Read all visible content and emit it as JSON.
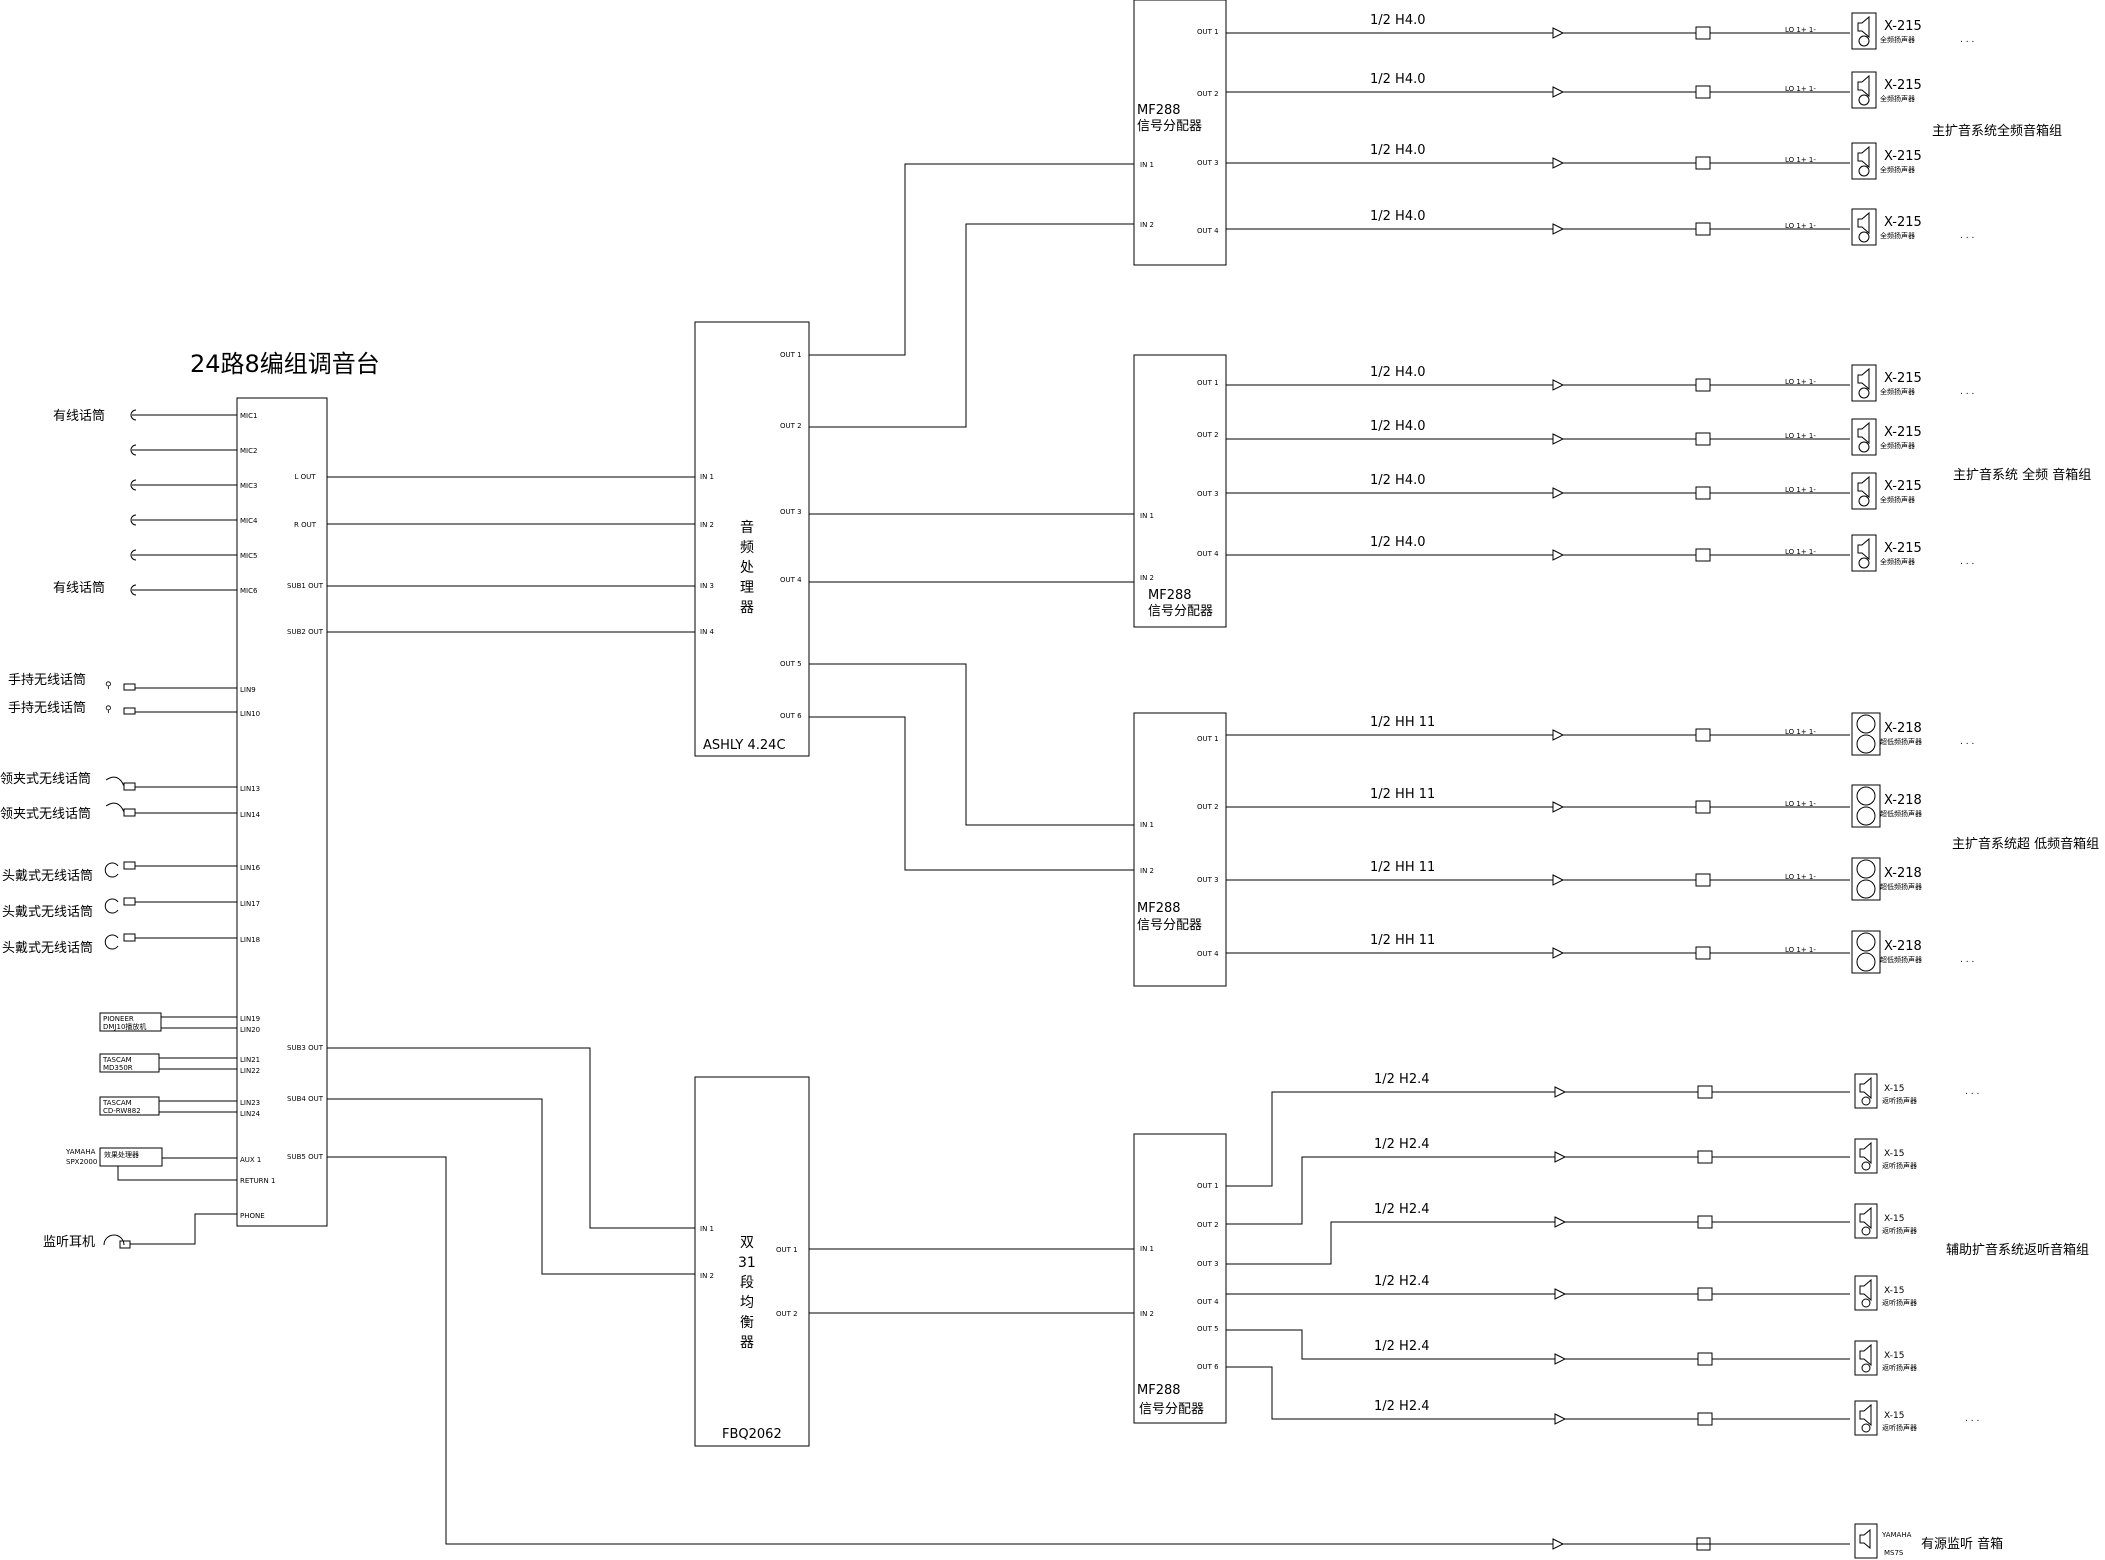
{
  "mixer": {
    "title": "24路8编组调音台",
    "right_ports": [
      "L OUT",
      "R OUT",
      "SUB1 OUT",
      "SUB2 OUT",
      "SUB3 OUT",
      "SUB4 OUT",
      "SUB5 OUT"
    ],
    "mic_ports": [
      "MIC1",
      "MIC2",
      "MIC3",
      "MIC4",
      "MIC5",
      "MIC6"
    ],
    "line_ports": [
      "LIN9",
      "LIN10",
      "LIN13",
      "LIN14",
      "LIN16",
      "LIN17",
      "LIN18",
      "LIN19",
      "LIN20",
      "LIN21",
      "LIN22",
      "LIN23",
      "LIN24",
      "AUX 1",
      "RETURN 1",
      "PHONE"
    ]
  },
  "sources": {
    "wired_mic_1": "有线话筒",
    "wired_mic_2": "有线话筒",
    "handheld_1": "手持无线话筒",
    "handheld_2": "手持无线话筒",
    "lapel_1": "领夹式无线话筒",
    "lapel_2": "领夹式无线话筒",
    "headset_1": "头戴式无线话筒",
    "headset_2": "头戴式无线话筒",
    "headset_3": "头戴式无线话筒",
    "dj_l1": "PIONEER",
    "dj_l2": "DMJ10播放机",
    "tascam1_l1": "TASCAM",
    "tascam1_l2": "MD350R",
    "tascam2_l1": "TASCAM",
    "tascam2_l2": "CD-RW882",
    "yamaha_l1": "YAMAHA",
    "yamaha_l2": "SPX2000",
    "yamaha_box": "效果处理器",
    "headphone": "监听耳机"
  },
  "processor": {
    "name": "ASHLY 4.24C",
    "label": [
      "音",
      "频",
      "处",
      "理",
      "器"
    ],
    "inputs": [
      "IN 1",
      "IN 2",
      "IN 3",
      "IN 4"
    ],
    "outputs": [
      "OUT 1",
      "OUT 2",
      "OUT 3",
      "OUT 4",
      "OUT 5",
      "OUT 6"
    ]
  },
  "equalizer": {
    "name": "FBQ2062",
    "label": [
      "双",
      "31",
      "段",
      "均",
      "衡",
      "器"
    ],
    "inputs": [
      "IN 1",
      "IN 2"
    ],
    "outputs": [
      "OUT 1",
      "OUT 2"
    ]
  },
  "distributors": [
    {
      "model": "MF288",
      "name": "信号分配器",
      "inputs": [
        "IN 1",
        "IN 2"
      ],
      "outputs": [
        "OUT 1",
        "OUT 2",
        "OUT 3",
        "OUT 4"
      ]
    },
    {
      "model": "MF288",
      "name": "信号分配器",
      "inputs": [
        "IN 1",
        "IN 2"
      ],
      "outputs": [
        "OUT 1",
        "OUT 2",
        "OUT 3",
        "OUT 4"
      ]
    },
    {
      "model": "MF288",
      "name": "信号分配器",
      "inputs": [
        "IN 1",
        "IN 2"
      ],
      "outputs": [
        "OUT 1",
        "OUT 2",
        "OUT 3",
        "OUT 4"
      ]
    },
    {
      "model": "MF288",
      "name": "信号分配器",
      "inputs": [
        "IN 1",
        "IN 2"
      ],
      "outputs": [
        "OUT 1",
        "OUT 2",
        "OUT 3",
        "OUT 4",
        "OUT 5",
        "OUT 6"
      ]
    }
  ],
  "groups": [
    {
      "label": "主扩音系统全频音箱组",
      "cable": "1/2 H4.0",
      "connector": "LO 1+ 1-",
      "speaker": "X-215",
      "speaker_desc": "全频扬声器",
      "count": 4
    },
    {
      "label": "主扩音系统 全频 音箱组",
      "cable": "1/2 H4.0",
      "connector": "LO 1+ 1-",
      "speaker": "X-215",
      "speaker_desc": "全频扬声器",
      "count": 4
    },
    {
      "label": "主扩音系统超 低频音箱组",
      "cable": "1/2 HH 11",
      "connector": "LO 1+ 1-",
      "speaker": "X-218",
      "speaker_desc": "超低频扬声器",
      "count": 4
    },
    {
      "label": "辅助扩音系统返听音箱组",
      "cable": "1/2 H2.4",
      "connector": "",
      "speaker": "X-15",
      "speaker_desc": "返听扬声器",
      "count": 6
    }
  ],
  "monitor": {
    "speaker_l1": "YAMAHA",
    "speaker_l2": "MS7S",
    "label": "有源监听 音箱"
  },
  "dots": ". . ."
}
